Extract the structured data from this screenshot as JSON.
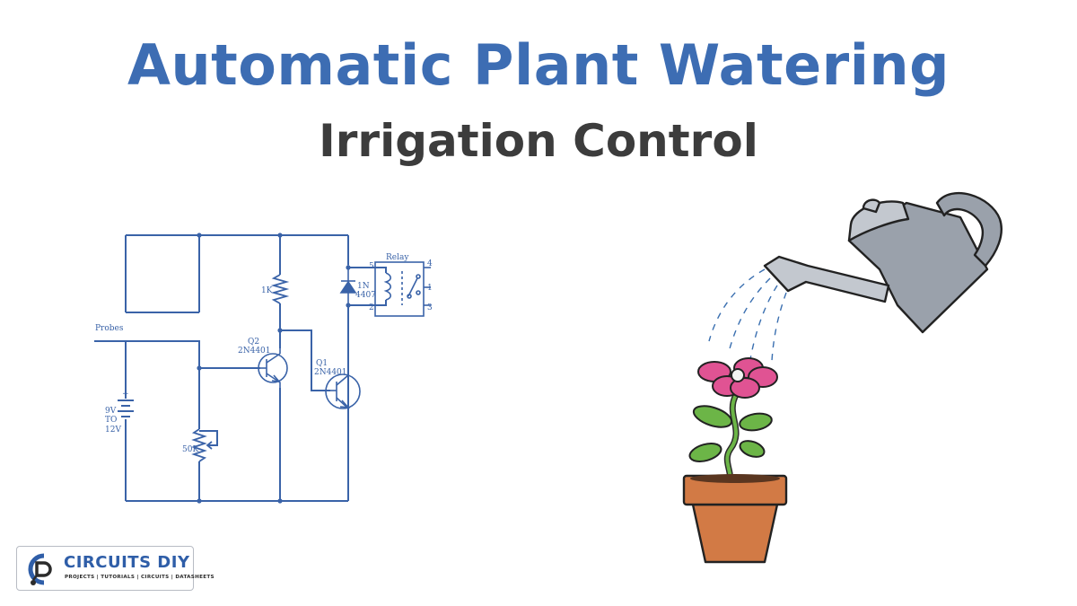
{
  "header": {
    "title": "Automatic Plant Watering",
    "subtitle": "Irrigation Control"
  },
  "circuit": {
    "labels": {
      "probes": "Probes",
      "supply_voltage": "9V",
      "supply_to": "TO",
      "supply_max": "12V",
      "pot": "50K",
      "resistor": "1K",
      "q2_name": "Q2",
      "q2_part": "2N4401",
      "q1_name": "Q1",
      "q1_part": "2N4401",
      "diode_name": "1N",
      "diode_part": "4407",
      "relay": "Relay",
      "relay_pin_5": "5",
      "relay_pin_2": "2",
      "relay_pin_4": "4",
      "relay_pin_1": "1",
      "relay_pin_3": "3",
      "battery_plus": "+"
    }
  },
  "logo": {
    "name": "CIRCUITS DIY",
    "tagline": "PROJECTS | TUTORIALS | CIRCUITS | DATASHEETS"
  },
  "colors": {
    "title_blue": "#3d6db3",
    "subtitle_gray": "#3c3c3c",
    "wire_blue": "#3a63a8",
    "logo_blue": "#2f5ea8",
    "logo_dark": "#2b2b2b",
    "petal": "#e05393",
    "pot": "#d27a45",
    "leaf": "#6cb547",
    "can": "#9aa1ab"
  }
}
